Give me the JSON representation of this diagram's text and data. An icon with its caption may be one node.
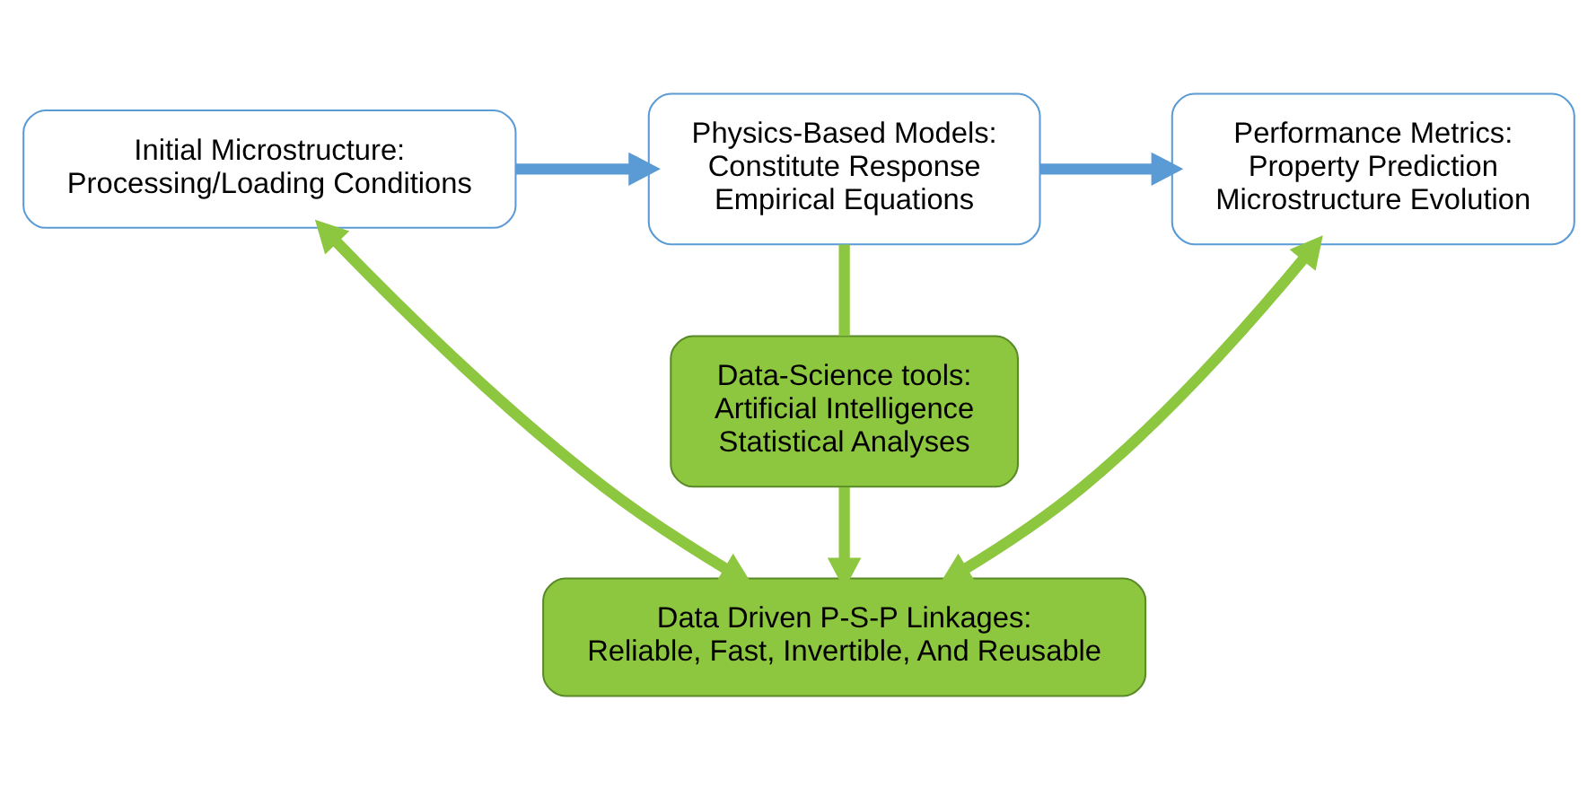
{
  "diagram": {
    "nodes": [
      {
        "text": [
          "Initial Microstructure:",
          "Processing/Loading Conditions"
        ]
      },
      {
        "text": [
          "Physics-Based Models:",
          "Constitute Response",
          "Empirical Equations"
        ]
      },
      {
        "text": [
          "Performance Metrics:",
          "Property Prediction",
          "Microstructure Evolution"
        ]
      },
      {
        "text": [
          "Data-Science tools:",
          "Artificial Intelligence",
          "Statistical Analyses"
        ]
      },
      {
        "text": [
          "Data Driven P-S-P Linkages:",
          "Reliable, Fast, Invertible, And Reusable"
        ]
      }
    ],
    "edges": [
      {
        "from": 0,
        "to": 1,
        "arrow": "to",
        "color": "#5b9bd5"
      },
      {
        "from": 1,
        "to": 2,
        "arrow": "to",
        "color": "#5b9bd5"
      },
      {
        "from": 1,
        "to": 3,
        "arrow": "none"
      },
      {
        "from": 3,
        "to": 4,
        "arrow": "to"
      },
      {
        "from": 0,
        "to": 4,
        "arrow": "both"
      },
      {
        "from": 2,
        "to": 4,
        "arrow": "both"
      }
    ]
  }
}
